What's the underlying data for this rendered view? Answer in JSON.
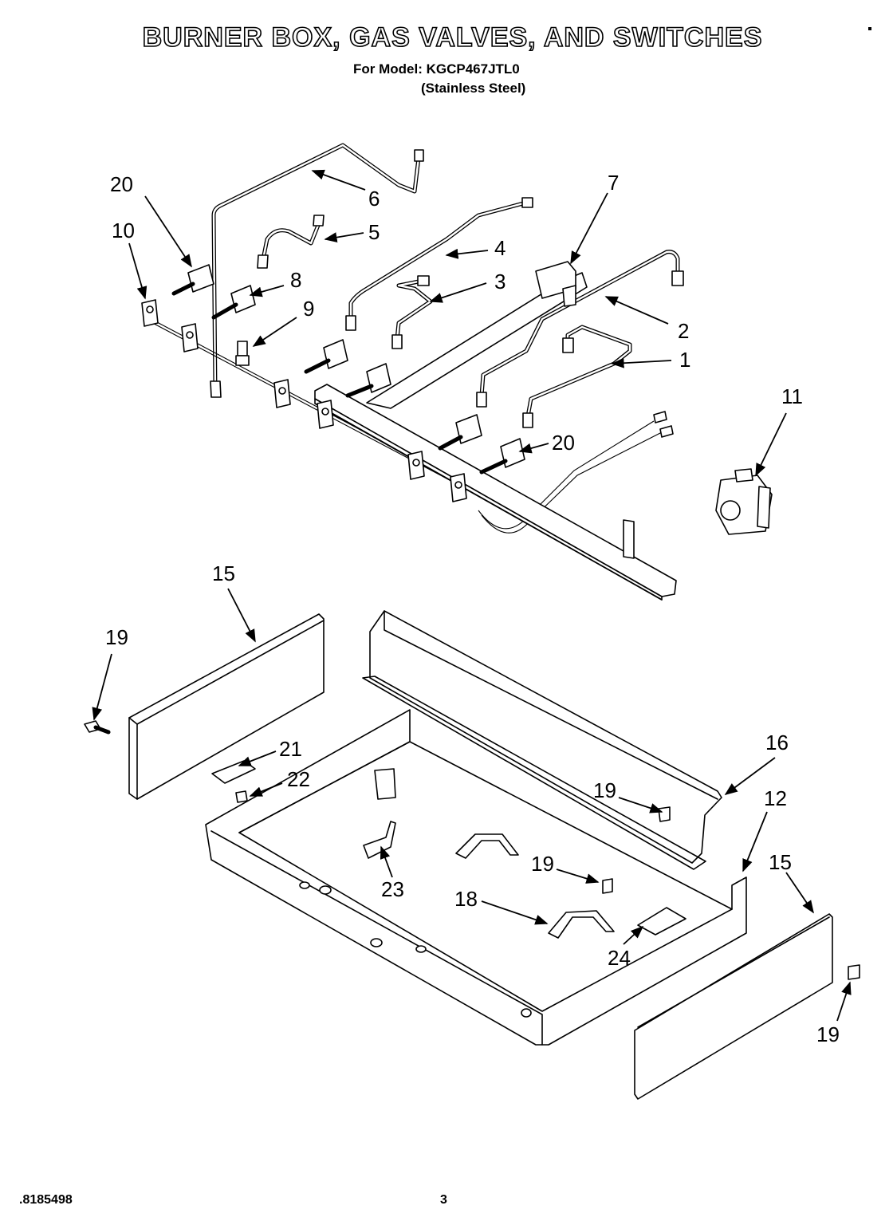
{
  "header": {
    "title": "BURNER BOX, GAS VALVES, AND SWITCHES",
    "model_line": "For Model: KGCP467JTL0",
    "finish_line": "(Stainless Steel)"
  },
  "footer": {
    "doc_number": ".8185498",
    "page_number": "3"
  },
  "callouts": {
    "c1": "1",
    "c2": "2",
    "c3": "3",
    "c4": "4",
    "c5": "5",
    "c6": "6",
    "c7": "7",
    "c8": "8",
    "c9": "9",
    "c10": "10",
    "c11": "11",
    "c12": "12",
    "c15a": "15",
    "c15b": "15",
    "c16": "16",
    "c18": "18",
    "c19a": "19",
    "c19b": "19",
    "c19c": "19",
    "c19d": "19",
    "c20a": "20",
    "c20b": "20",
    "c21": "21",
    "c22": "22",
    "c23": "23",
    "c24": "24"
  }
}
